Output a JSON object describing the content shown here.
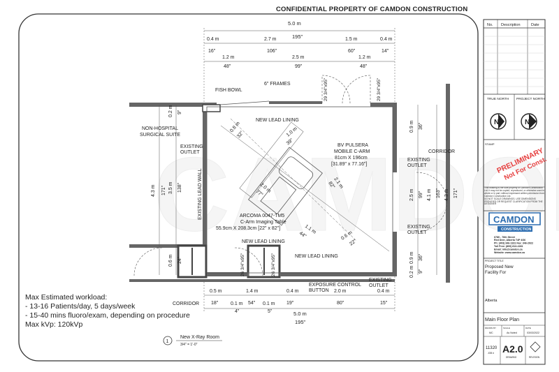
{
  "header": "CONFIDENTIAL PROPERTY OF CAMDON CONSTRUCTION",
  "revisions": {
    "col_no": "No.",
    "col_desc": "Description",
    "col_date": "Date"
  },
  "north": {
    "true_north": "TRUE NORTH",
    "project_north": "PROJECT NORTH",
    "symbol": "N"
  },
  "stamp": {
    "label": "STAMP",
    "text_1": "PRELIMINARY",
    "text_2": "Not For Const."
  },
  "disclaimer": "This drawing is the sole property of Camdon Construction Ltd. It may not be copied, reproduced, or otherwise used in whole or in part, without expressed written permission from Camdon Construction Ltd.",
  "disclaimer_2": "DO NOT SCALE DRAWINGS. USE DIMENSIONS PROVIDED OR REQUEST CLARIFICATION FROM THE DESIGNER",
  "company": {
    "logo": "CAMDON",
    "sub": "CONSTRUCTION",
    "address_1": "6780 - 76th Street",
    "address_2": "Red Deer, Alberta T4P 4G6",
    "phone": "Ph: (403) 346-1331   Fax: 346-2922",
    "toll_free": "Toll Free: (800) 813-2281",
    "email": "Email: info@camdon.ca",
    "web": "Website: www.camdon.ca"
  },
  "project": {
    "title_label": "PROJECT TITLE",
    "title_1": "Proposed New",
    "title_2": "Facility For",
    "location": "Alberta"
  },
  "sheet": {
    "name": "Main Floor Plan",
    "drawn_label": "DRAWN BY",
    "drawn": "MC",
    "scale_label": "SCALE",
    "scale": "As Noted",
    "date_label": "DATE",
    "date": "03/03/2022",
    "job_no": "11320",
    "job_label": "JOB #",
    "number": "A2.0",
    "drawing_label": "DRAWING",
    "revision_label": "REVISION"
  },
  "plan": {
    "dims_top": [
      "5.0 m",
      "195\"",
      "0.4 m",
      "2.7 m",
      "1.5 m",
      "0.4 m",
      "16\"",
      "106\"",
      "60\"",
      "14\"",
      "1.2 m",
      "2.5 m",
      "1.2 m",
      "48\"",
      "99\"",
      "48\""
    ],
    "dims_bottom": [
      "0.5 m",
      "1.4 m",
      "0.4 m",
      "2.0 m",
      "0.4 m",
      "18\"",
      "54\"",
      "19\"",
      "80\"",
      "15\"",
      "0.1 m",
      "0.1 m",
      "4\"",
      "5\"",
      "5.0 m",
      "195\""
    ],
    "dims_left": [
      "0.2 m",
      "9\"",
      "4.3 m",
      "171\"",
      "3.5 m",
      "138\"",
      "0.6 m",
      "24\""
    ],
    "dims_right": [
      "0.9 m",
      "36\"",
      "2.5 m",
      "99\"",
      "4.1 m",
      "163\"",
      "4.3 m",
      "171\"",
      "0.9 m",
      "36\"",
      "0.2 m",
      "9\""
    ],
    "door_labels": [
      "29 3/4\"x95\"",
      "29 3/4\"x95\"",
      "26 3/4\"x95\"",
      "26 3/4\"x95\""
    ],
    "labels": {
      "fish_bowl": "FISH BOWL",
      "frames": "6\" FRAMES",
      "non_hospital": "NON-HOSPITAL",
      "surgical": "SURGICAL SUITE",
      "existing_outlet": "EXISTING OUTLET",
      "existing": "EXISTING",
      "outlet": "OUTLET",
      "lead_wall": "EXISTING LEAD WALL",
      "new_lead": "NEW LEAD LINING",
      "corridor": "CORRIDOR",
      "exposure_1": "EXPOSURE CONTROL",
      "exposure_2": "BUTTON",
      "carm_1": "BV PULSERA",
      "carm_2": "MOBILE C-ARM",
      "carm_3": "81cm X 196cm",
      "carm_4": "[31.89\" x 77.16\"]",
      "table_1": "ARCOMA 0047-TM5",
      "table_2": "C-Arm Imaging Table",
      "table_3": "55.9cm X 208.3cm [22\" x 82\"]",
      "diag_1": "0.8 m",
      "diag_1b": "32\"",
      "diag_2": "1.0 m",
      "diag_2b": "39\"",
      "diag_3": "2.1 m",
      "diag_3b": "82\"",
      "diag_4": "2.0 m",
      "diag_4b": "77\"",
      "diag_5": "1.1 m",
      "diag_5b": "44\"",
      "diag_6": "0.6 m",
      "diag_6b": "22\""
    }
  },
  "workload": {
    "title": "Max Estimated workload:",
    "lines": [
      "- 13-16 Patients/day, 5 days/week",
      "- 15-40 mins fluoro/exam, depending on procedure",
      "Max kVp: 120kVp"
    ]
  },
  "callout": {
    "number": "1",
    "title": "New X-Ray Room",
    "scale": "3/4\" = 1'-0\""
  }
}
